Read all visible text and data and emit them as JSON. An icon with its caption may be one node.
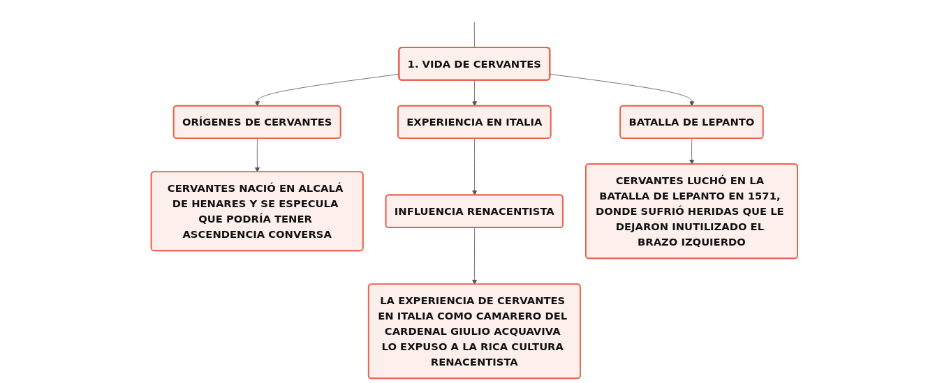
{
  "diagram": {
    "nodes": [
      {
        "text": [
          "1. VIDA DE CERVANTES"
        ]
      },
      {
        "text": [
          "ORÍGENES DE CERVANTES"
        ]
      },
      {
        "text": [
          "EXPERIENCIA EN ITALIA"
        ]
      },
      {
        "text": [
          "BATALLA DE LEPANTO"
        ]
      },
      {
        "text": [
          "CERVANTES NACIÓ EN ALCALÁ DE HENARES Y SE ESPECULA QUE PODRÍA TENER ASCENDENCIA CONVERSA"
        ]
      },
      {
        "text": [
          "INFLUENCIA RENACENTISTA"
        ]
      },
      {
        "text": [
          "LA EXPERIENCIA DE CERVANTES EN ITALIA COMO CAMARERO DEL CARDENAL GIULIO ACQUAVIVA LO EXPUSO A LA RICA CULTURA RENACENTISTA"
        ]
      },
      {
        "text": [
          "CERVANTES LUCHÓ EN LA BATALLA DE LEPANTO EN 1571, DONDE SUFRIÓ HERIDAS QUE LE DEJARON INUTILIZADO EL BRAZO IZQUIERDO"
        ]
      }
    ],
    "edges": [
      {
        "from": null,
        "to": 0,
        "arrow": "none"
      },
      {
        "from": 0,
        "to": 1,
        "arrow": "to"
      },
      {
        "from": 0,
        "to": 2,
        "arrow": "to"
      },
      {
        "from": 0,
        "to": 3,
        "arrow": "to"
      },
      {
        "from": 1,
        "to": 4,
        "arrow": "to"
      },
      {
        "from": 2,
        "to": 5,
        "arrow": "to"
      },
      {
        "from": 5,
        "to": 6,
        "arrow": "to"
      },
      {
        "from": 3,
        "to": 7,
        "arrow": "to"
      }
    ]
  }
}
